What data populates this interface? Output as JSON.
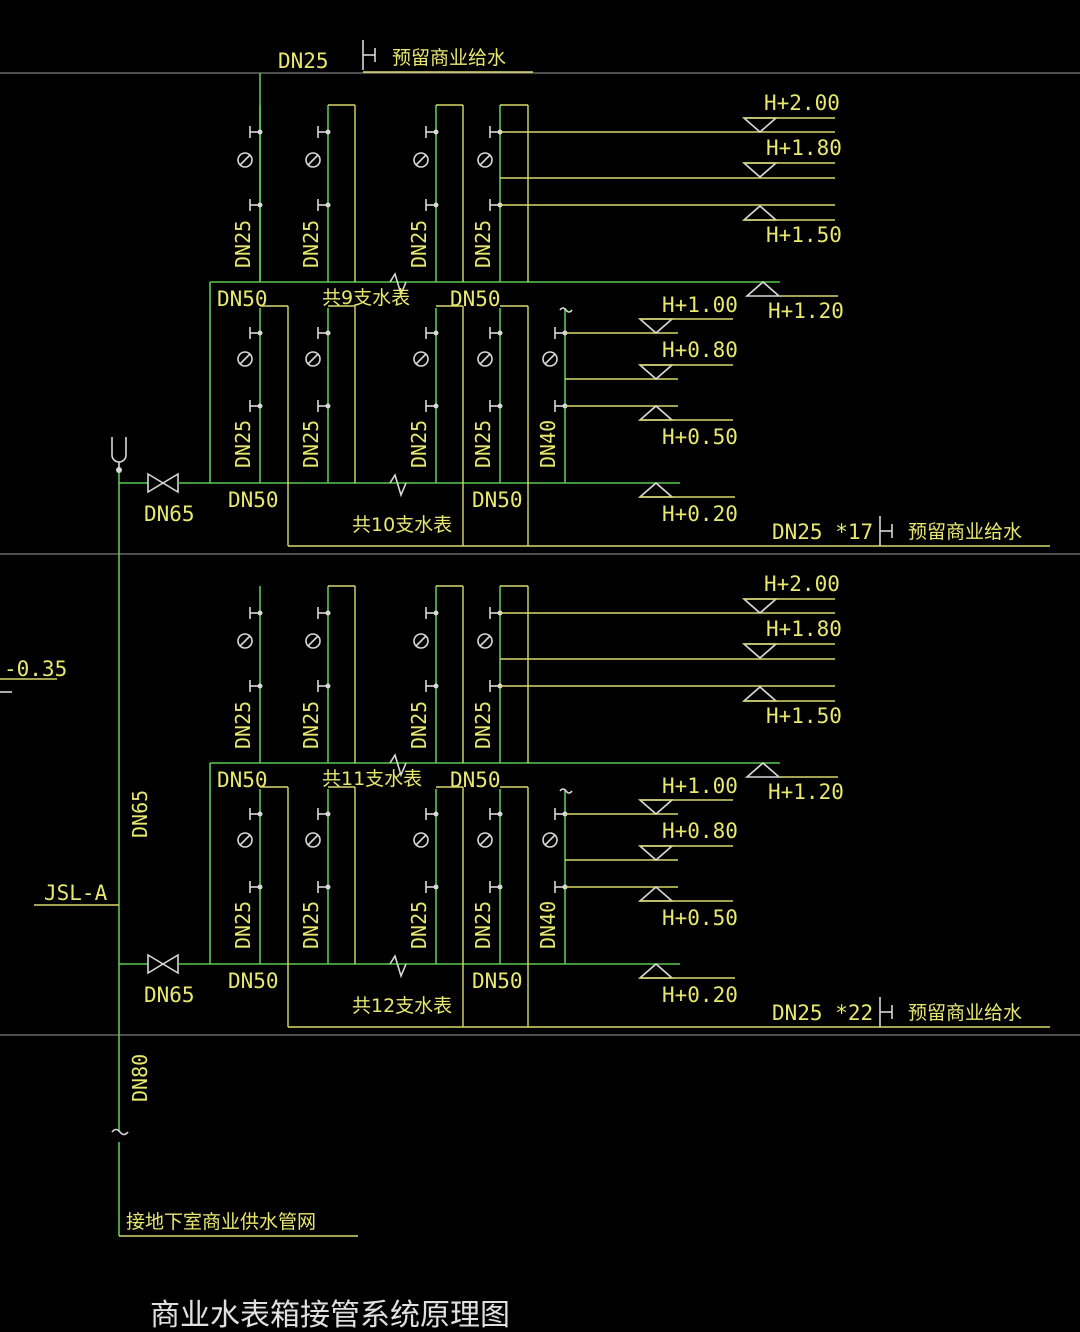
{
  "top_label": {
    "pipe": "DN25",
    "reserve": "预留商业给水"
  },
  "riser": {
    "name": "JSL-A",
    "upper_size": "DN65",
    "lower_size": "DN80",
    "level": "-0.35",
    "source": "接地下室商业供水管网"
  },
  "valves": [
    {
      "size": "DN65"
    },
    {
      "size": "DN65"
    }
  ],
  "floors": [
    {
      "upper_header": {
        "left": "DN50",
        "right": "DN50",
        "count": "共9支水表"
      },
      "upper_branches": [
        "DN25",
        "DN25",
        "DN25",
        "DN25"
      ],
      "upper_levels": [
        "H+2.00",
        "H+1.80",
        "H+1.50",
        "H+1.20"
      ],
      "lower_header": {
        "left": "DN50",
        "right": "DN50",
        "count": "共10支水表"
      },
      "lower_branches": [
        "DN25",
        "DN25",
        "DN25",
        "DN25",
        "DN40"
      ],
      "lower_levels": [
        "H+1.00",
        "H+0.80",
        "H+0.50",
        "H+0.20"
      ],
      "reserve": {
        "size": "DN25 *17",
        "label": "预留商业给水"
      }
    },
    {
      "upper_header": {
        "left": "DN50",
        "right": "DN50",
        "count": "共11支水表"
      },
      "upper_branches": [
        "DN25",
        "DN25",
        "DN25",
        "DN25"
      ],
      "upper_levels": [
        "H+2.00",
        "H+1.80",
        "H+1.50",
        "H+1.20"
      ],
      "lower_header": {
        "left": "DN50",
        "right": "DN50",
        "count": "共12支水表"
      },
      "lower_branches": [
        "DN25",
        "DN25",
        "DN25",
        "DN25",
        "DN40"
      ],
      "lower_levels": [
        "H+1.00",
        "H+0.80",
        "H+0.50",
        "H+0.20"
      ],
      "reserve": {
        "size": "DN25 *22",
        "label": "预留商业给水"
      }
    }
  ],
  "title": "商业水表箱接管系统原理图",
  "colors": {
    "pipe": "#59c94f",
    "text": "#e8e870",
    "line": "#d8d86a",
    "floor": "#9a9a9a"
  }
}
